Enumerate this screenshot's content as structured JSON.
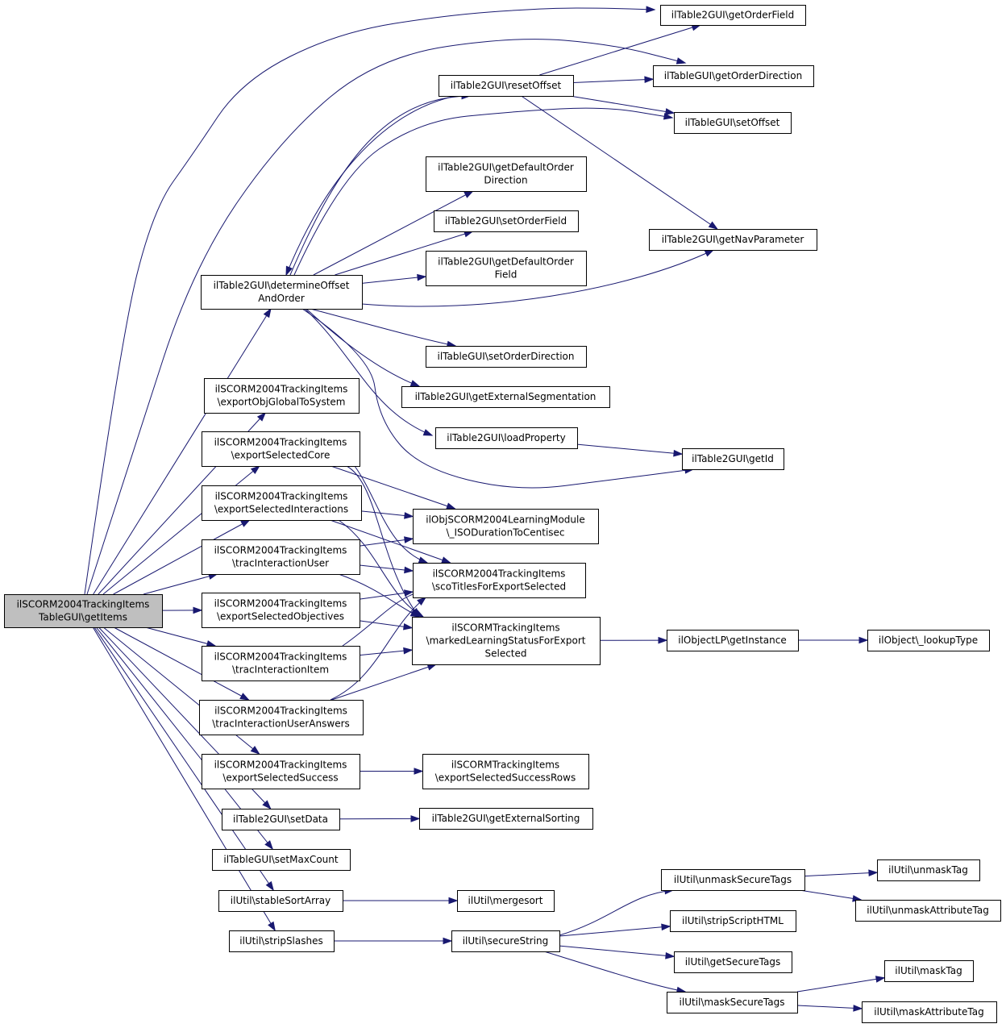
{
  "nodes": [
    {
      "id": "root",
      "lines": [
        "ilSCORM2004TrackingItems",
        "TableGUI\\getItems"
      ],
      "root": true
    },
    {
      "id": "getOrderField",
      "lines": [
        "ilTable2GUI\\getOrderField"
      ]
    },
    {
      "id": "getOrderDirection",
      "lines": [
        "ilTableGUI\\getOrderDirection"
      ]
    },
    {
      "id": "resetOffset",
      "lines": [
        "ilTable2GUI\\resetOffset"
      ]
    },
    {
      "id": "setOffset",
      "lines": [
        "ilTableGUI\\setOffset"
      ]
    },
    {
      "id": "getDefaultOrderDirection",
      "lines": [
        "ilTable2GUI\\getDefaultOrder",
        "Direction"
      ]
    },
    {
      "id": "setOrderField",
      "lines": [
        "ilTable2GUI\\setOrderField"
      ]
    },
    {
      "id": "getNavParameter",
      "lines": [
        "ilTable2GUI\\getNavParameter"
      ]
    },
    {
      "id": "getDefaultOrderField",
      "lines": [
        "ilTable2GUI\\getDefaultOrder",
        "Field"
      ]
    },
    {
      "id": "determineOffsetAndOrder",
      "lines": [
        "ilTable2GUI\\determineOffset",
        "AndOrder"
      ]
    },
    {
      "id": "setOrderDirection",
      "lines": [
        "ilTableGUI\\setOrderDirection"
      ]
    },
    {
      "id": "getExternalSegmentation",
      "lines": [
        "ilTable2GUI\\getExternalSegmentation"
      ]
    },
    {
      "id": "exportObjGlobalToSystem",
      "lines": [
        "ilSCORM2004TrackingItems",
        "\\exportObjGlobalToSystem"
      ]
    },
    {
      "id": "loadProperty",
      "lines": [
        "ilTable2GUI\\loadProperty"
      ]
    },
    {
      "id": "getId",
      "lines": [
        "ilTable2GUI\\getId"
      ]
    },
    {
      "id": "exportSelectedCore",
      "lines": [
        "ilSCORM2004TrackingItems",
        "\\exportSelectedCore"
      ]
    },
    {
      "id": "exportSelectedInteractions",
      "lines": [
        "ilSCORM2004TrackingItems",
        "\\exportSelectedInteractions"
      ]
    },
    {
      "id": "isoDuration",
      "lines": [
        "ilObjSCORM2004LearningModule",
        "\\_ISODurationToCentisec"
      ]
    },
    {
      "id": "tracInteractionUser",
      "lines": [
        "ilSCORM2004TrackingItems",
        "\\tracInteractionUser"
      ]
    },
    {
      "id": "scoTitles",
      "lines": [
        "ilSCORM2004TrackingItems",
        "\\scoTitlesForExportSelected"
      ]
    },
    {
      "id": "exportSelectedObjectives",
      "lines": [
        "ilSCORM2004TrackingItems",
        "\\exportSelectedObjectives"
      ]
    },
    {
      "id": "markedLearningStatus",
      "lines": [
        "ilSCORMTrackingItems",
        "\\markedLearningStatusForExport",
        "Selected"
      ]
    },
    {
      "id": "getInstance",
      "lines": [
        "ilObjectLP\\getInstance"
      ]
    },
    {
      "id": "lookupType",
      "lines": [
        "ilObject\\_lookupType"
      ]
    },
    {
      "id": "tracInteractionItem",
      "lines": [
        "ilSCORM2004TrackingItems",
        "\\tracInteractionItem"
      ]
    },
    {
      "id": "tracInteractionUserAnswers",
      "lines": [
        "ilSCORM2004TrackingItems",
        "\\tracInteractionUserAnswers"
      ]
    },
    {
      "id": "exportSelectedSuccess",
      "lines": [
        "ilSCORM2004TrackingItems",
        "\\exportSelectedSuccess"
      ]
    },
    {
      "id": "exportSelectedSuccessRows",
      "lines": [
        "ilSCORMTrackingItems",
        "\\exportSelectedSuccessRows"
      ]
    },
    {
      "id": "setData",
      "lines": [
        "ilTable2GUI\\setData"
      ]
    },
    {
      "id": "getExternalSorting",
      "lines": [
        "ilTable2GUI\\getExternalSorting"
      ]
    },
    {
      "id": "setMaxCount",
      "lines": [
        "ilTableGUI\\setMaxCount"
      ]
    },
    {
      "id": "unmaskSecureTags",
      "lines": [
        "ilUtil\\unmaskSecureTags"
      ]
    },
    {
      "id": "unmaskTag",
      "lines": [
        "ilUtil\\unmaskTag"
      ]
    },
    {
      "id": "stableSortArray",
      "lines": [
        "ilUtil\\stableSortArray"
      ]
    },
    {
      "id": "mergesort",
      "lines": [
        "ilUtil\\mergesort"
      ]
    },
    {
      "id": "unmaskAttributeTag",
      "lines": [
        "ilUtil\\unmaskAttributeTag"
      ]
    },
    {
      "id": "stripScriptHTML",
      "lines": [
        "ilUtil\\stripScriptHTML"
      ]
    },
    {
      "id": "stripSlashes",
      "lines": [
        "ilUtil\\stripSlashes"
      ]
    },
    {
      "id": "secureString",
      "lines": [
        "ilUtil\\secureString"
      ]
    },
    {
      "id": "getSecureTags",
      "lines": [
        "ilUtil\\getSecureTags"
      ]
    },
    {
      "id": "maskTag",
      "lines": [
        "ilUtil\\maskTag"
      ]
    },
    {
      "id": "maskSecureTags",
      "lines": [
        "ilUtil\\maskSecureTags"
      ]
    },
    {
      "id": "maskAttributeTag",
      "lines": [
        "ilUtil\\maskAttributeTag"
      ]
    }
  ],
  "edges": [
    {
      "from": "root",
      "to": "getOrderField"
    },
    {
      "from": "root",
      "to": "getOrderDirection"
    },
    {
      "from": "root",
      "to": "determineOffsetAndOrder"
    },
    {
      "from": "root",
      "to": "exportObjGlobalToSystem"
    },
    {
      "from": "root",
      "to": "exportSelectedCore"
    },
    {
      "from": "root",
      "to": "exportSelectedInteractions"
    },
    {
      "from": "root",
      "to": "tracInteractionUser"
    },
    {
      "from": "root",
      "to": "exportSelectedObjectives"
    },
    {
      "from": "root",
      "to": "tracInteractionItem"
    },
    {
      "from": "root",
      "to": "tracInteractionUserAnswers"
    },
    {
      "from": "root",
      "to": "exportSelectedSuccess"
    },
    {
      "from": "root",
      "to": "setData"
    },
    {
      "from": "root",
      "to": "setMaxCount"
    },
    {
      "from": "root",
      "to": "stableSortArray"
    },
    {
      "from": "root",
      "to": "stripSlashes"
    },
    {
      "from": "resetOffset",
      "to": "getOrderField"
    },
    {
      "from": "resetOffset",
      "to": "getOrderDirection"
    },
    {
      "from": "resetOffset",
      "to": "setOffset"
    },
    {
      "from": "resetOffset",
      "to": "getNavParameter"
    },
    {
      "from": "resetOffset",
      "to": "determineOffsetAndOrder"
    },
    {
      "from": "determineOffsetAndOrder",
      "to": "resetOffset"
    },
    {
      "from": "determineOffsetAndOrder",
      "to": "setOffset"
    },
    {
      "from": "determineOffsetAndOrder",
      "to": "getDefaultOrderDirection"
    },
    {
      "from": "determineOffsetAndOrder",
      "to": "setOrderField"
    },
    {
      "from": "determineOffsetAndOrder",
      "to": "getDefaultOrderField"
    },
    {
      "from": "determineOffsetAndOrder",
      "to": "getNavParameter"
    },
    {
      "from": "determineOffsetAndOrder",
      "to": "setOrderDirection"
    },
    {
      "from": "determineOffsetAndOrder",
      "to": "getExternalSegmentation"
    },
    {
      "from": "determineOffsetAndOrder",
      "to": "loadProperty"
    },
    {
      "from": "determineOffsetAndOrder",
      "to": "getId"
    },
    {
      "from": "loadProperty",
      "to": "getId"
    },
    {
      "from": "exportSelectedCore",
      "to": "isoDuration"
    },
    {
      "from": "exportSelectedCore",
      "to": "scoTitles"
    },
    {
      "from": "exportSelectedCore",
      "to": "markedLearningStatus"
    },
    {
      "from": "exportSelectedInteractions",
      "to": "isoDuration"
    },
    {
      "from": "exportSelectedInteractions",
      "to": "scoTitles"
    },
    {
      "from": "exportSelectedInteractions",
      "to": "markedLearningStatus"
    },
    {
      "from": "tracInteractionUser",
      "to": "isoDuration"
    },
    {
      "from": "tracInteractionUser",
      "to": "scoTitles"
    },
    {
      "from": "tracInteractionUser",
      "to": "markedLearningStatus"
    },
    {
      "from": "exportSelectedObjectives",
      "to": "scoTitles"
    },
    {
      "from": "exportSelectedObjectives",
      "to": "markedLearningStatus"
    },
    {
      "from": "tracInteractionItem",
      "to": "scoTitles"
    },
    {
      "from": "tracInteractionItem",
      "to": "markedLearningStatus"
    },
    {
      "from": "tracInteractionUserAnswers",
      "to": "scoTitles"
    },
    {
      "from": "tracInteractionUserAnswers",
      "to": "markedLearningStatus"
    },
    {
      "from": "markedLearningStatus",
      "to": "getInstance"
    },
    {
      "from": "getInstance",
      "to": "lookupType"
    },
    {
      "from": "exportSelectedSuccess",
      "to": "exportSelectedSuccessRows"
    },
    {
      "from": "setData",
      "to": "getExternalSorting"
    },
    {
      "from": "stableSortArray",
      "to": "mergesort"
    },
    {
      "from": "stripSlashes",
      "to": "secureString"
    },
    {
      "from": "secureString",
      "to": "unmaskSecureTags"
    },
    {
      "from": "secureString",
      "to": "stripScriptHTML"
    },
    {
      "from": "secureString",
      "to": "getSecureTags"
    },
    {
      "from": "secureString",
      "to": "maskSecureTags"
    },
    {
      "from": "unmaskSecureTags",
      "to": "unmaskTag"
    },
    {
      "from": "unmaskSecureTags",
      "to": "unmaskAttributeTag"
    },
    {
      "from": "maskSecureTags",
      "to": "maskTag"
    },
    {
      "from": "maskSecureTags",
      "to": "maskAttributeTag"
    }
  ],
  "colors": {
    "edge": "#191970",
    "root_fill": "#bfbfbf",
    "node_fill": "#ffffff",
    "node_stroke": "#000000"
  }
}
